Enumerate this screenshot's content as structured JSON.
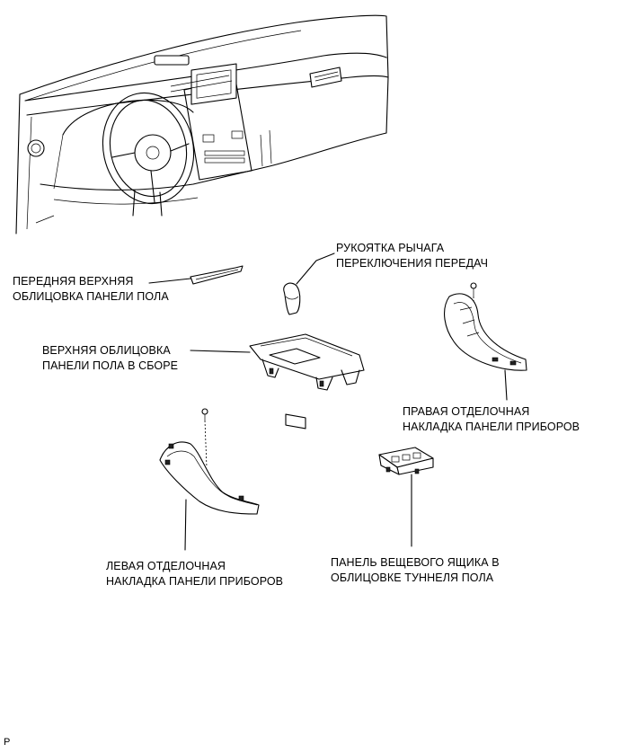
{
  "labels": {
    "front_upper_trim": [
      "ПЕРЕДНЯЯ ВЕРХНЯЯ",
      "ОБЛИЦОВКА ПАНЕЛИ ПОЛА"
    ],
    "shift_knob": [
      "РУКОЯТКА РЫЧАГА",
      "ПЕРЕКЛЮЧЕНИЯ ПЕРЕДАЧ"
    ],
    "upper_console": [
      "ВЕРХНЯЯ ОБЛИЦОВКА",
      "ПАНЕЛИ ПОЛА В СБОРЕ"
    ],
    "right_trim": [
      "ПРАВАЯ ОТДЕЛОЧНАЯ",
      "НАКЛАДКА ПАНЕЛИ ПРИБОРОВ"
    ],
    "left_trim": [
      "ЛЕВАЯ ОТДЕЛОЧНАЯ",
      "НАКЛАДКА ПАНЕЛИ ПРИБОРОВ"
    ],
    "console_box_panel": [
      "ПАНЕЛЬ ВЕЩЕВОГО ЯЩИКА В",
      "ОБЛИЦОВКЕ ТУННЕЛЯ ПОЛА"
    ]
  },
  "corner_mark": "P"
}
